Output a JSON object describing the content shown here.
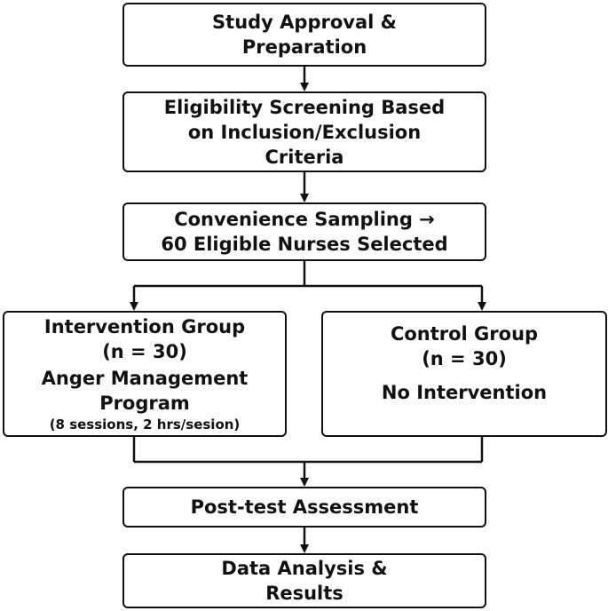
{
  "flow": {
    "approval": {
      "line1": "Study Approval &",
      "line2": "Preparation"
    },
    "eligibility": {
      "line1": "Eligibility Screening Based",
      "line2": "on Inclusion/Exclusion",
      "line3": "Criteria"
    },
    "sampling": {
      "line1": "Convenience Sampling →",
      "line2": "60 Eligible Nurses Selected"
    },
    "intervention": {
      "title": "Intervention Group",
      "n": "(n = 30)",
      "program1": "Anger Management",
      "program2": "Program",
      "detail": "(8 sessions, 2 hrs/sesion)"
    },
    "control": {
      "title": "Control Group",
      "n": "(n = 30)",
      "program": "No Intervention"
    },
    "posttest": {
      "label": "Post-test Assessment"
    },
    "analysis": {
      "line1": "Data Analysis &",
      "line2": "Results"
    }
  },
  "colors": {
    "line": "#111111",
    "box_fill": "#ffffff",
    "text": "#111111"
  }
}
